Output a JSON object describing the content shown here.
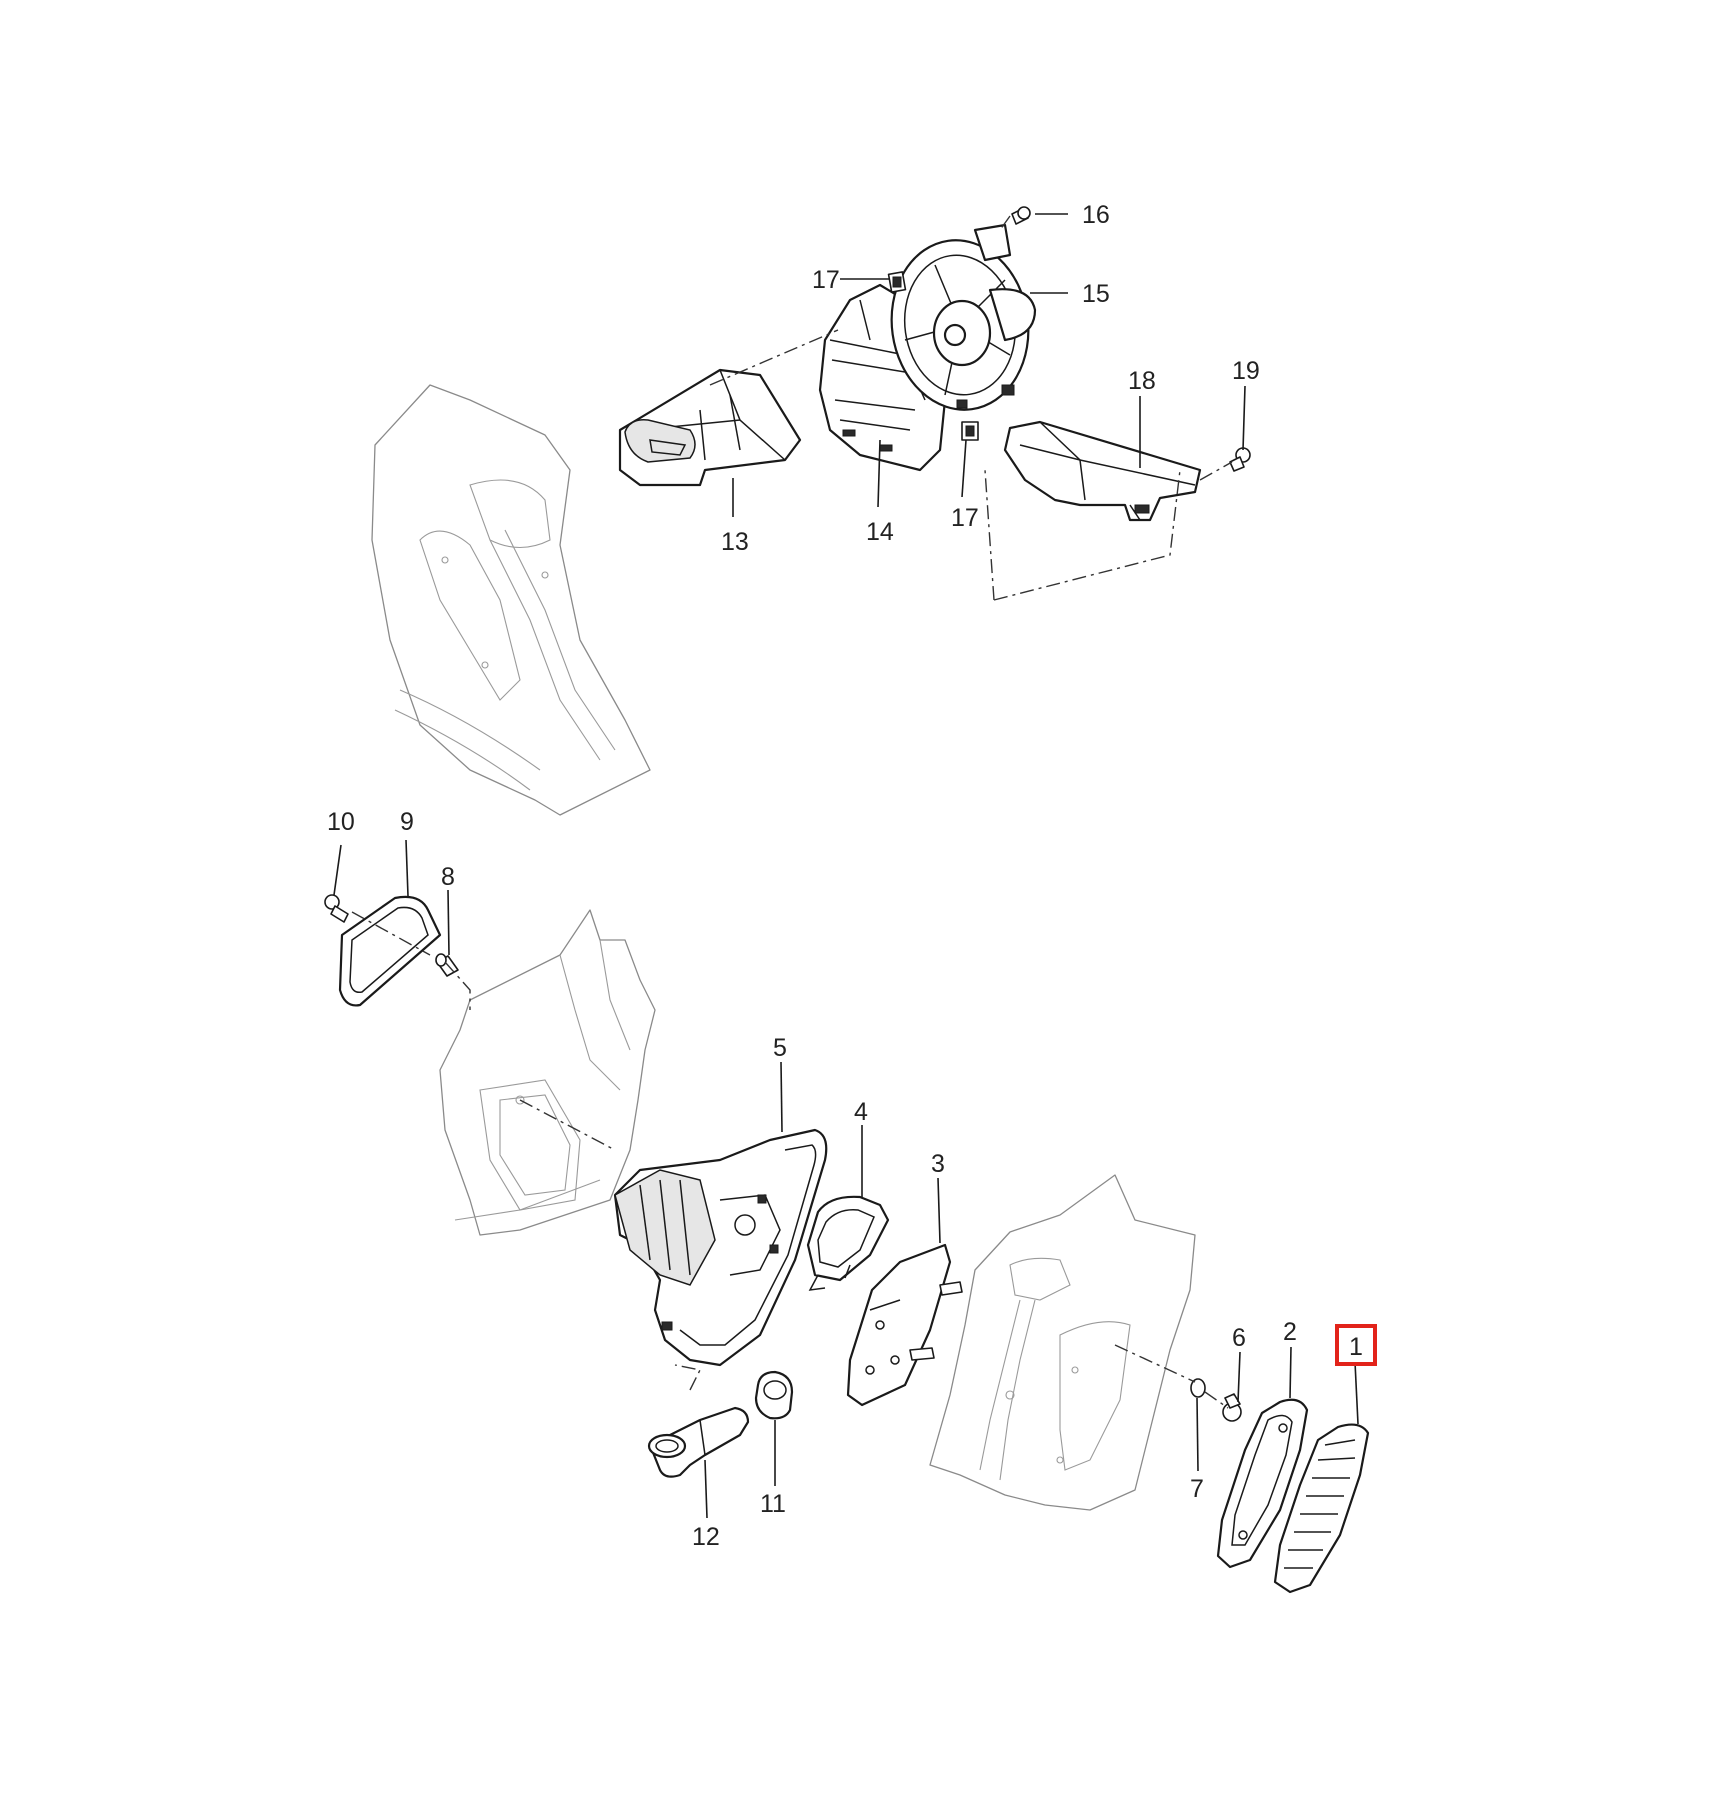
{
  "labels": {
    "p1": "1",
    "p2": "2",
    "p3": "3",
    "p4": "4",
    "p5": "5",
    "p6": "6",
    "p7": "7",
    "p8": "8",
    "p9": "9",
    "p10": "10",
    "p11": "11",
    "p12": "12",
    "p13": "13",
    "p14": "14",
    "p15": "15",
    "p16": "16",
    "p17a": "17",
    "p17b": "17",
    "p18": "18",
    "p19": "19"
  },
  "highlighted_part": "1",
  "colors": {
    "highlight": "#e2231a",
    "line": "#1a1a1a",
    "body_panel": "#8a8a8a"
  }
}
